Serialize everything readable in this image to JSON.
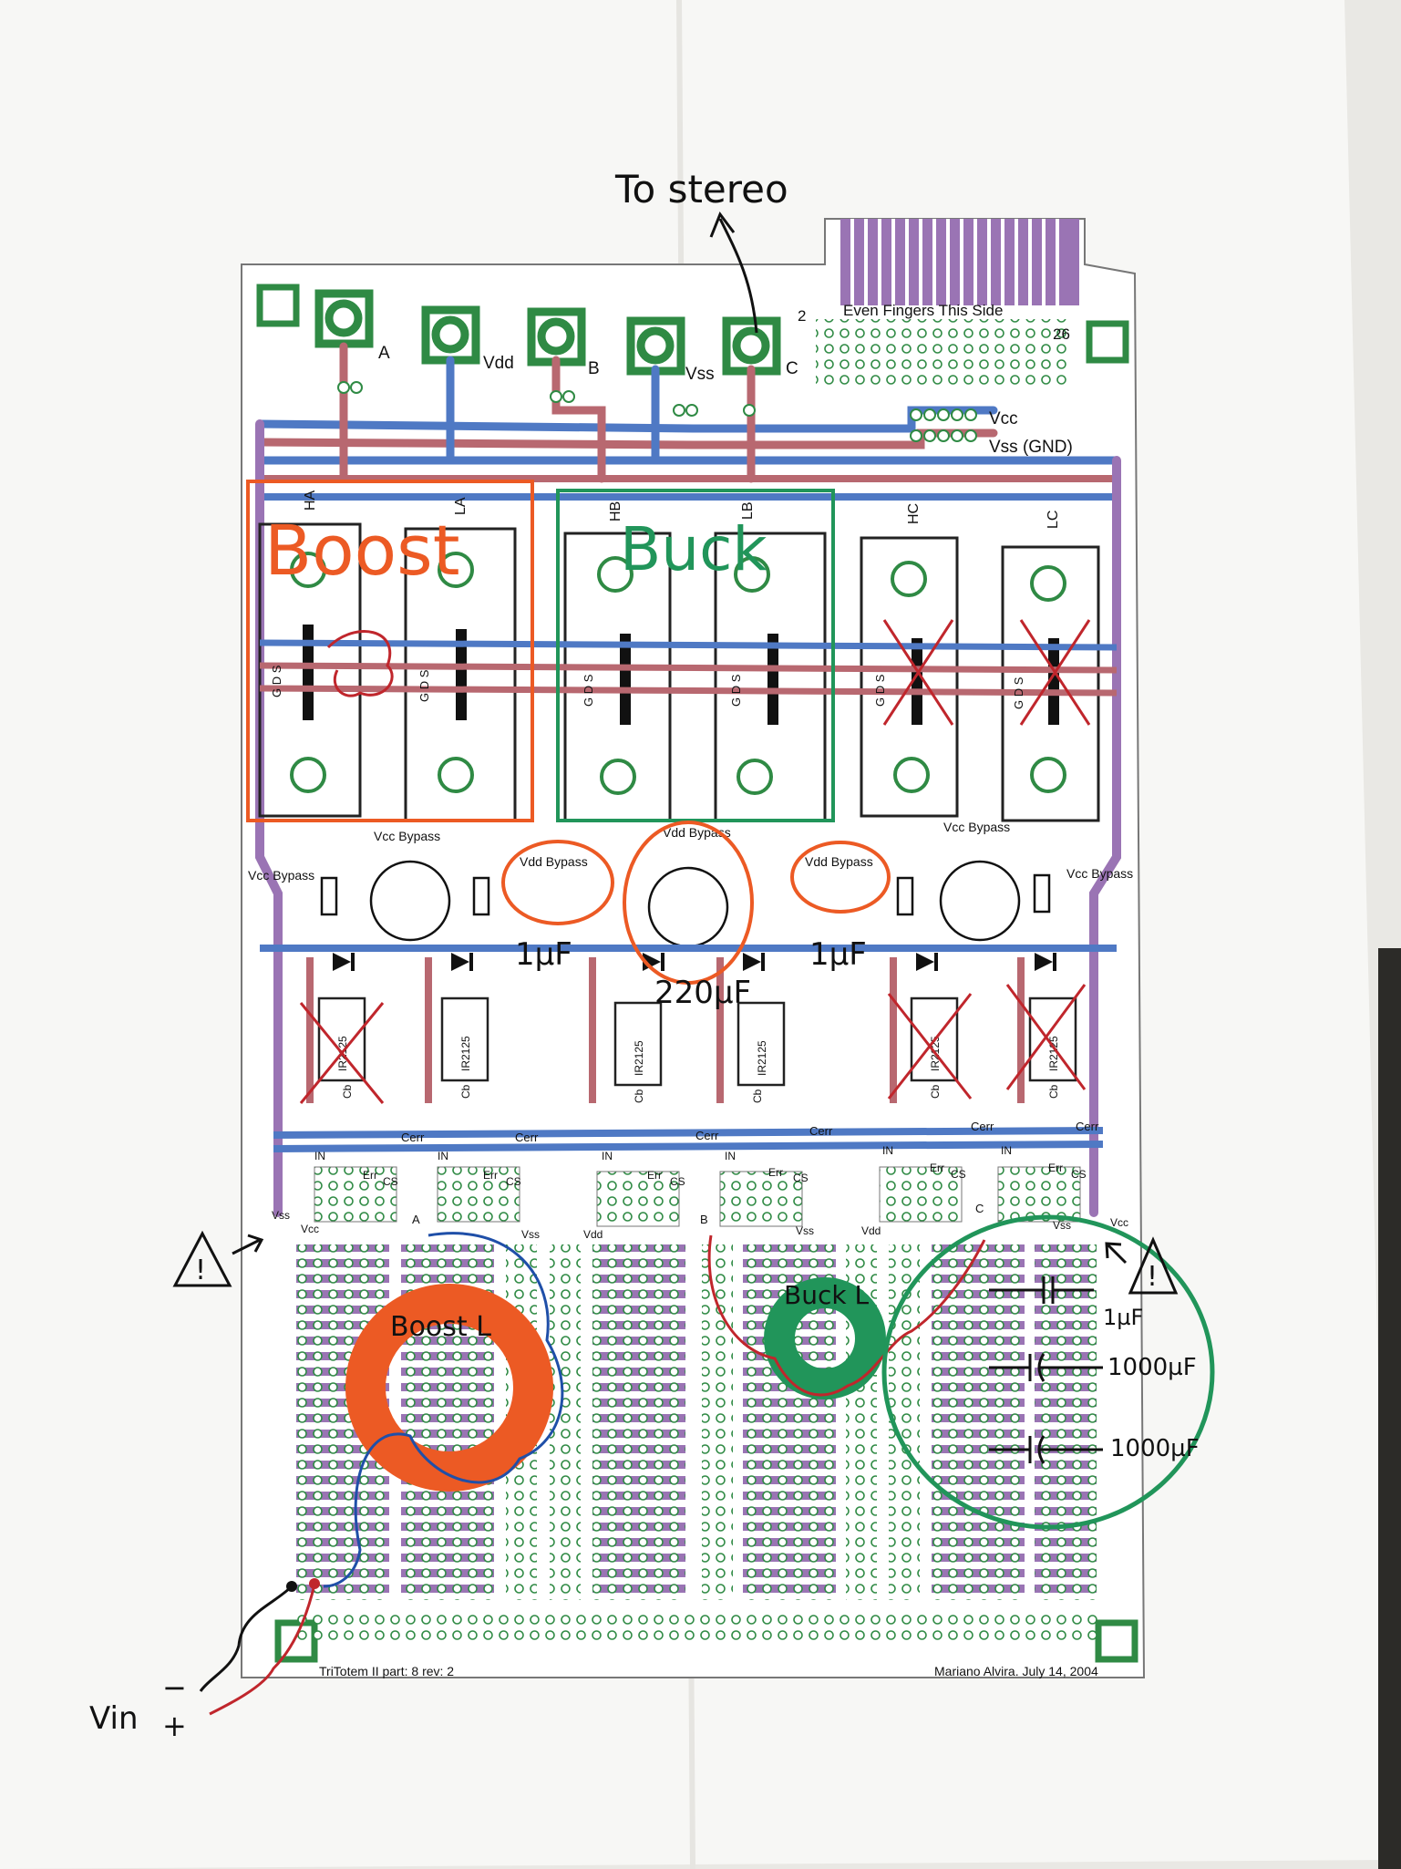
{
  "board": {
    "headers": [
      "A",
      "Vdd",
      "B",
      "Vss",
      "C"
    ],
    "finger_start": "2",
    "finger_end": "26",
    "finger_note": "Even Fingers This Side",
    "rail_vcc": "Vcc",
    "rail_vss": "Vss (GND)",
    "mosfets": [
      "HA",
      "LA",
      "HB",
      "LB",
      "HC",
      "LC"
    ],
    "pin_labels": "G D S",
    "bypass_labels": [
      "Vcc Bypass",
      "Vcc Bypass",
      "Vdd Bypass",
      "Vdd Bypass",
      "Vdd Bypass",
      "Vcc Bypass",
      "Vcc Bypass"
    ],
    "driver_chip": "IR2125",
    "cap_label": "Cb",
    "cerr_label": "Cerr",
    "io_labels": {
      "in": "IN",
      "err": "Err",
      "cs": "CS"
    },
    "proto_labels": [
      "Vss",
      "Vcc",
      "A",
      "Vss",
      "Vdd",
      "B",
      "Vss",
      "Vdd",
      "C",
      "Vss",
      "Vcc"
    ],
    "footer_left": "TriTotem II part: 8 rev: 2",
    "footer_right": "Mariano Alvira. July 14, 2004"
  },
  "annotations": {
    "to_stereo": "To stereo",
    "boost": "Boost",
    "buck": "Buck",
    "cap_1uf_a": "1µF",
    "cap_220uf": "220µF",
    "cap_1uf_b": "1µF",
    "boost_l": "Boost L",
    "buck_l": "Buck L",
    "out_cap_1": "1µF",
    "out_cap_2": "1000µF",
    "out_cap_3": "1000µF",
    "vin": "Vin",
    "minus": "−",
    "plus": "+",
    "warning": "!"
  },
  "colors": {
    "red_trace": "#b86870",
    "blue_trace": "#4f79c4",
    "purple_trace": "#9a74b4",
    "pad_green": "#2f8a44",
    "marker_orange": "#ec5a24",
    "marker_green": "#21955a",
    "ink_blue": "#1f4fa8",
    "ink_red": "#c0262c"
  }
}
